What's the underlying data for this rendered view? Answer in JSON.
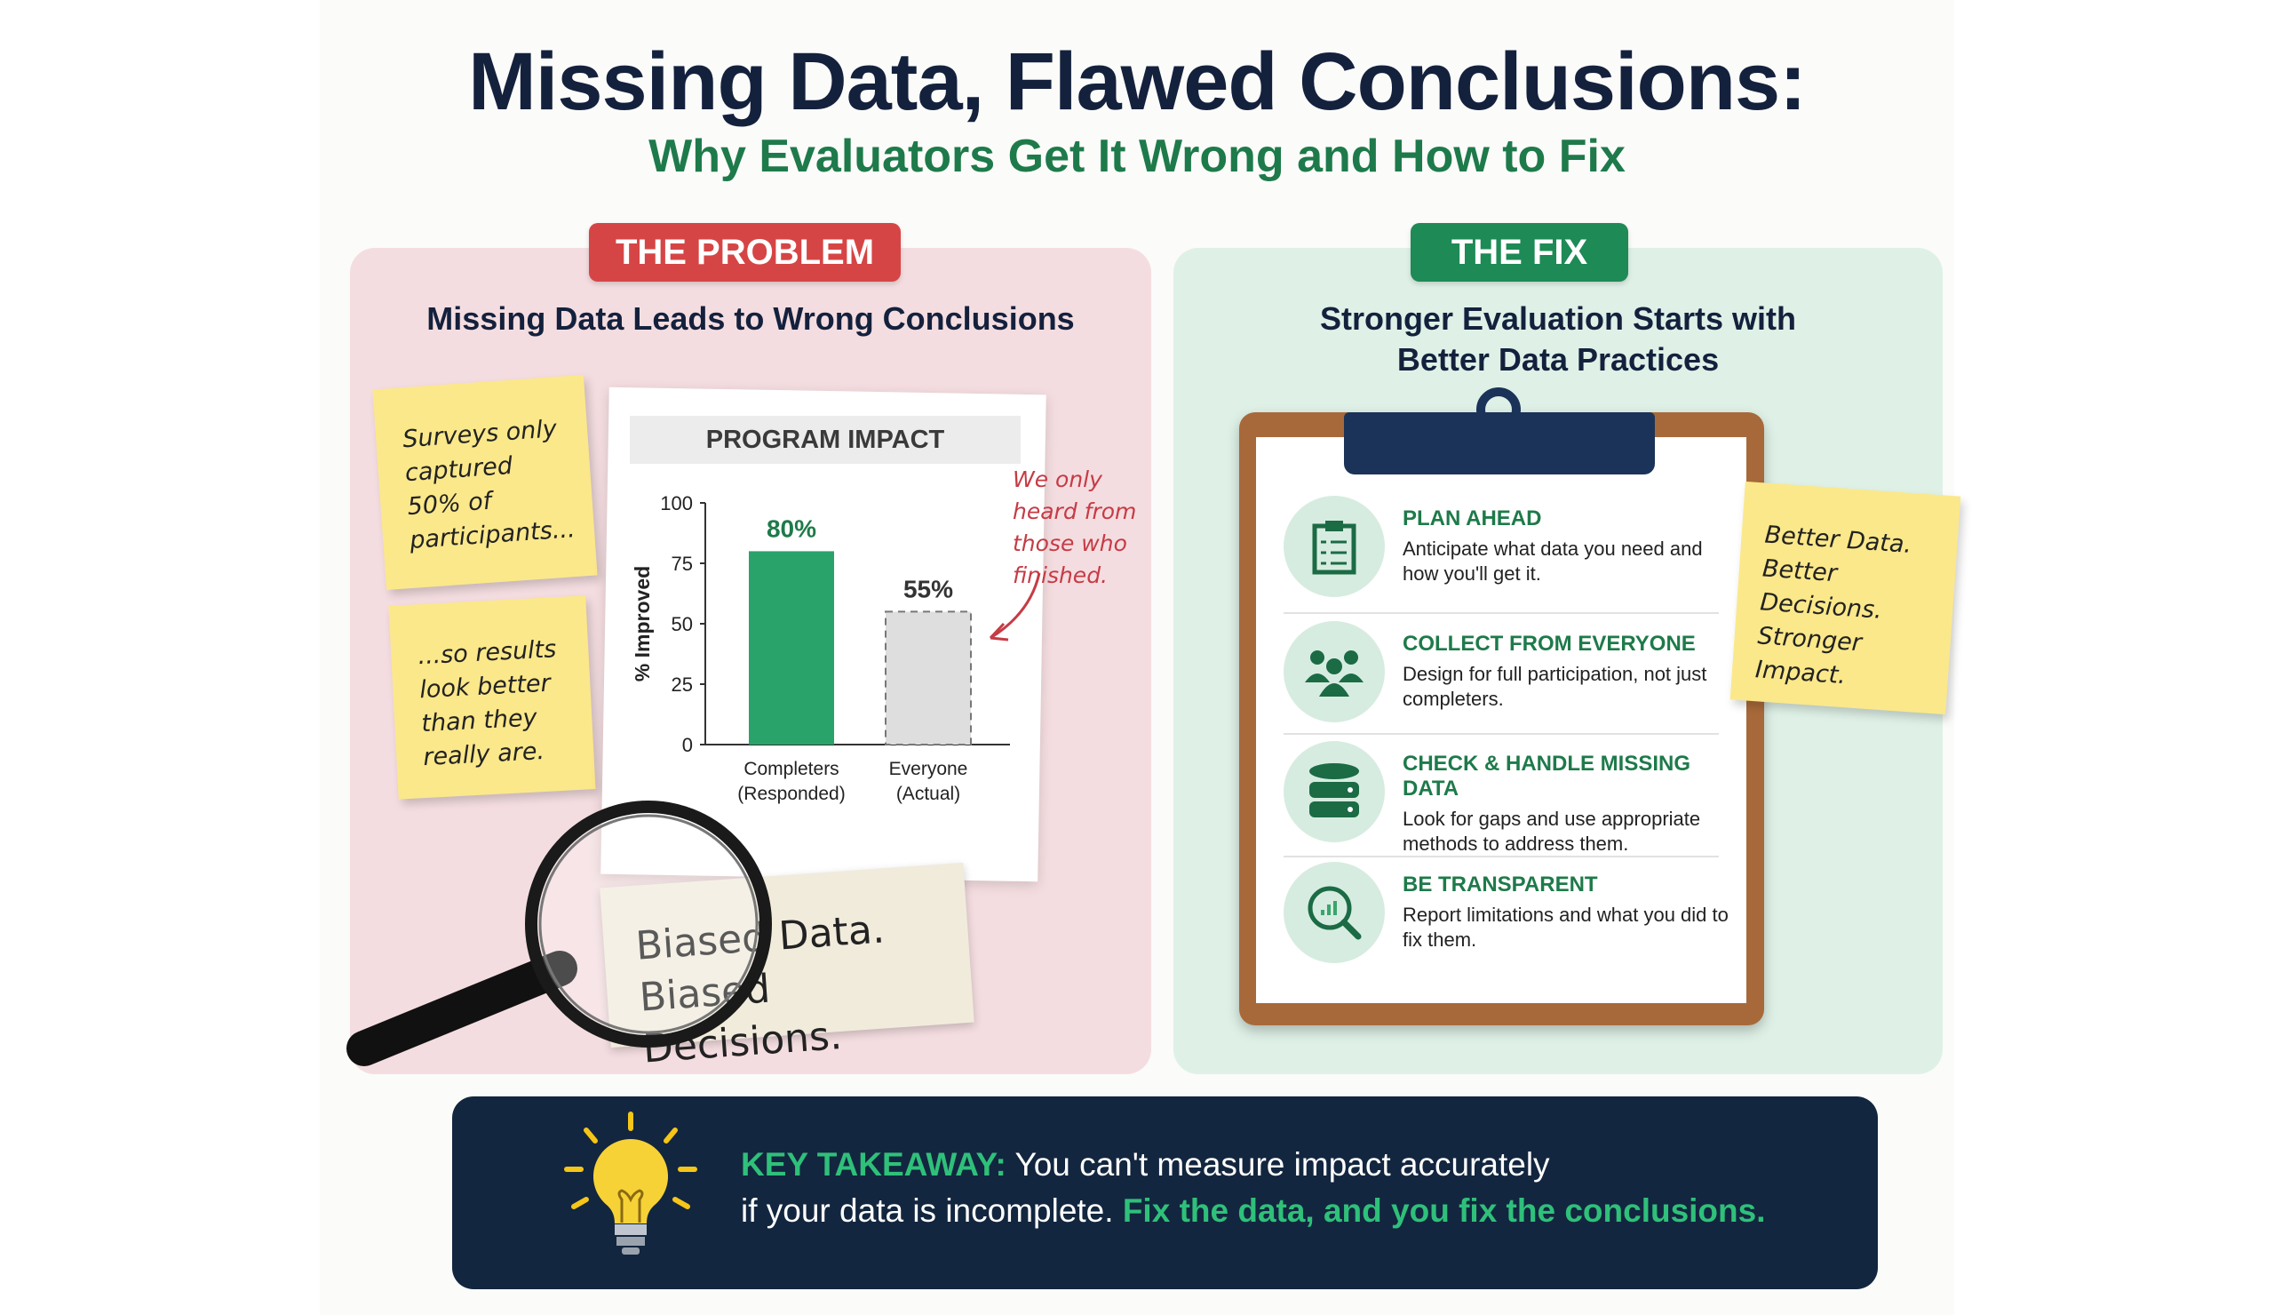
{
  "header": {
    "title": "Missing Data, Flawed Conclusions:",
    "subtitle": "Why Evaluators Get It Wrong and How to Fix"
  },
  "problem": {
    "badge": "THE PROBLEM",
    "heading": "Missing Data Leads to Wrong Conclusions",
    "sticky_notes": [
      "Surveys only captured 50% of participants...",
      "...so results look better than they really are."
    ],
    "annotation": "We only heard from those who finished.",
    "torn_note": [
      "Biased Data.",
      "Biased Decisions."
    ]
  },
  "chart_data": {
    "type": "bar",
    "title": "PROGRAM IMPACT",
    "categories": [
      "Completers (Responded)",
      "Everyone (Actual)"
    ],
    "category_lines": [
      [
        "Completers",
        "(Responded)"
      ],
      [
        "Everyone",
        "(Actual)"
      ]
    ],
    "values": [
      80,
      55
    ],
    "data_labels": [
      "80%",
      "55%"
    ],
    "ylabel": "% Improved",
    "xlabel": "",
    "ylim": [
      0,
      100
    ],
    "yticks": [
      "0",
      "25",
      "50",
      "75",
      "100"
    ],
    "colors": [
      "#2aa36b",
      "#dedede"
    ],
    "grid": false
  },
  "fix": {
    "badge": "THE FIX",
    "heading_lines": [
      "Stronger Evaluation Starts with",
      "Better Data Practices"
    ],
    "items": [
      {
        "title": "PLAN AHEAD",
        "desc": "Anticipate what data you need and how you'll get it.",
        "icon": "clipboard-checklist-icon"
      },
      {
        "title": "COLLECT FROM EVERYONE",
        "desc": "Design for full participation, not just completers.",
        "icon": "group-icon"
      },
      {
        "title": "CHECK & HANDLE MISSING DATA",
        "desc": "Look for gaps and use appropriate methods to address them.",
        "icon": "database-icon"
      },
      {
        "title": "BE TRANSPARENT",
        "desc": "Report limitations and what you did to fix them.",
        "icon": "magnify-chart-icon"
      }
    ],
    "sticky_lines": [
      "Better Data.",
      "Better Decisions.",
      "Stronger Impact."
    ]
  },
  "takeaway": {
    "label": "KEY TAKEAWAY:",
    "line1": "You can't measure impact accurately",
    "line2": "if your data is incomplete.",
    "highlight": "Fix the data, and you fix the conclusions."
  },
  "colors": {
    "navy": "#14213d",
    "green": "#1e7a4a",
    "red": "#d64545",
    "sticky": "#fbe88a"
  }
}
